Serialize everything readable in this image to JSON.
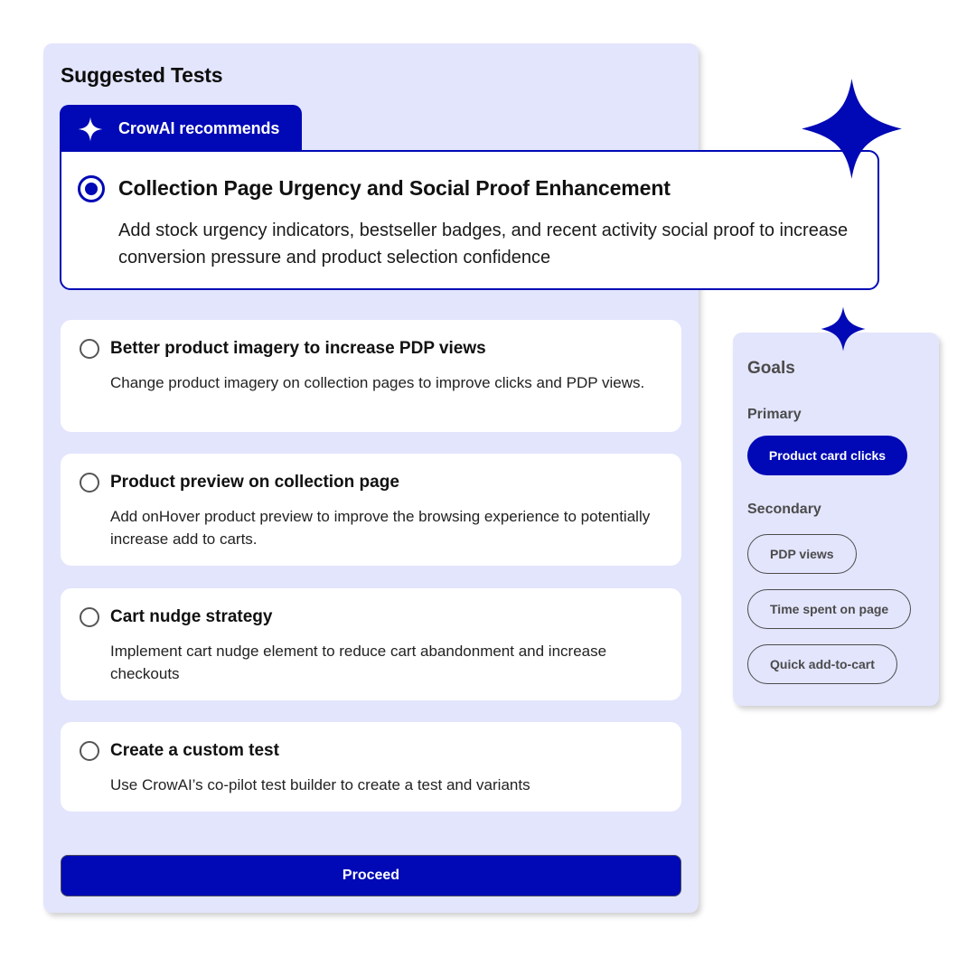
{
  "suggested_tests": {
    "title": "Suggested Tests",
    "recommendation_tab": {
      "label": "CrowAI recommends",
      "icon": "sparkle-icon"
    },
    "featured_option": {
      "title": "Collection Page Urgency and Social Proof Enhancement",
      "description": "Add stock urgency indicators, bestseller badges, and recent activity social proof to increase conversion pressure and product selection confidence",
      "selected": true
    },
    "options": [
      {
        "title": "Better product imagery to increase PDP views",
        "description": "Change product imagery on collection pages to improve clicks and PDP views.",
        "selected": false
      },
      {
        "title": "Product preview on collection page",
        "description": "Add onHover product preview to improve the browsing experience to potentially increase add to carts.",
        "selected": false
      },
      {
        "title": "Cart nudge strategy",
        "description": "Implement cart nudge element to reduce cart abandonment and increase checkouts",
        "selected": false
      },
      {
        "title": "Create a custom test",
        "description": "Use CrowAI’s co-pilot test builder to create a test and variants",
        "selected": false
      }
    ],
    "proceed_label": "Proceed"
  },
  "goals": {
    "title": "Goals",
    "primary_label": "Primary",
    "primary": [
      "Product card clicks"
    ],
    "secondary_label": "Secondary",
    "secondary": [
      "PDP views",
      "Time spent on page",
      "Quick add-to-cart"
    ]
  },
  "colors": {
    "accent": "#0009b5",
    "panel_bg": "#e3e5fd",
    "card_bg": "#ffffff",
    "muted_text": "#4b4b4b"
  }
}
